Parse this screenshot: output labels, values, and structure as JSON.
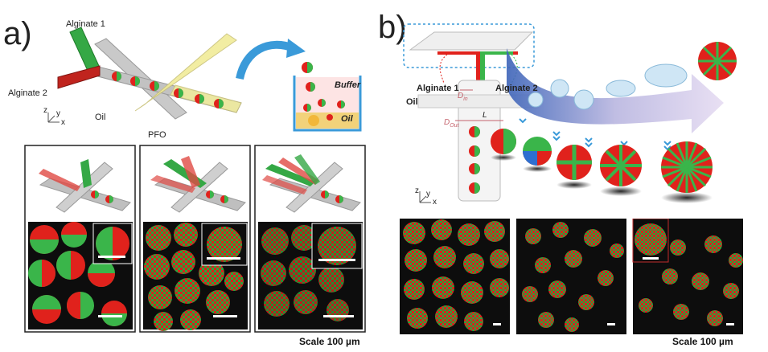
{
  "panel_a": {
    "letter": "a)",
    "labels": {
      "alginate1": "Alginate 1",
      "alginate2": "Alginate 2",
      "oil": "Oil",
      "pfo": "PFO",
      "buffer": "Buffer",
      "oil_bath": "Oil",
      "axis_z": "z",
      "axis_y": "y",
      "axis_x": "x"
    },
    "scale": "Scale 100 µm"
  },
  "panel_b": {
    "letter": "b)",
    "labels": {
      "alginate1": "Alginate 1",
      "alginate2": "Alginate 2",
      "oil": "Oil",
      "d_in": "D",
      "d_in_sub": "in",
      "d_out": "D",
      "d_out_sub": "Out",
      "length": "L",
      "axis_z": "z",
      "axis_y": "y",
      "axis_x": "x"
    },
    "scale": "Scale 100 µm"
  },
  "colors": {
    "red": "#e0221c",
    "green": "#3ab54a",
    "grey_channel": "#b9b9b9",
    "yellow_channel": "#efe98a",
    "arrow_blue": "#3a9ad9",
    "micrograph_bg": "#111111"
  }
}
